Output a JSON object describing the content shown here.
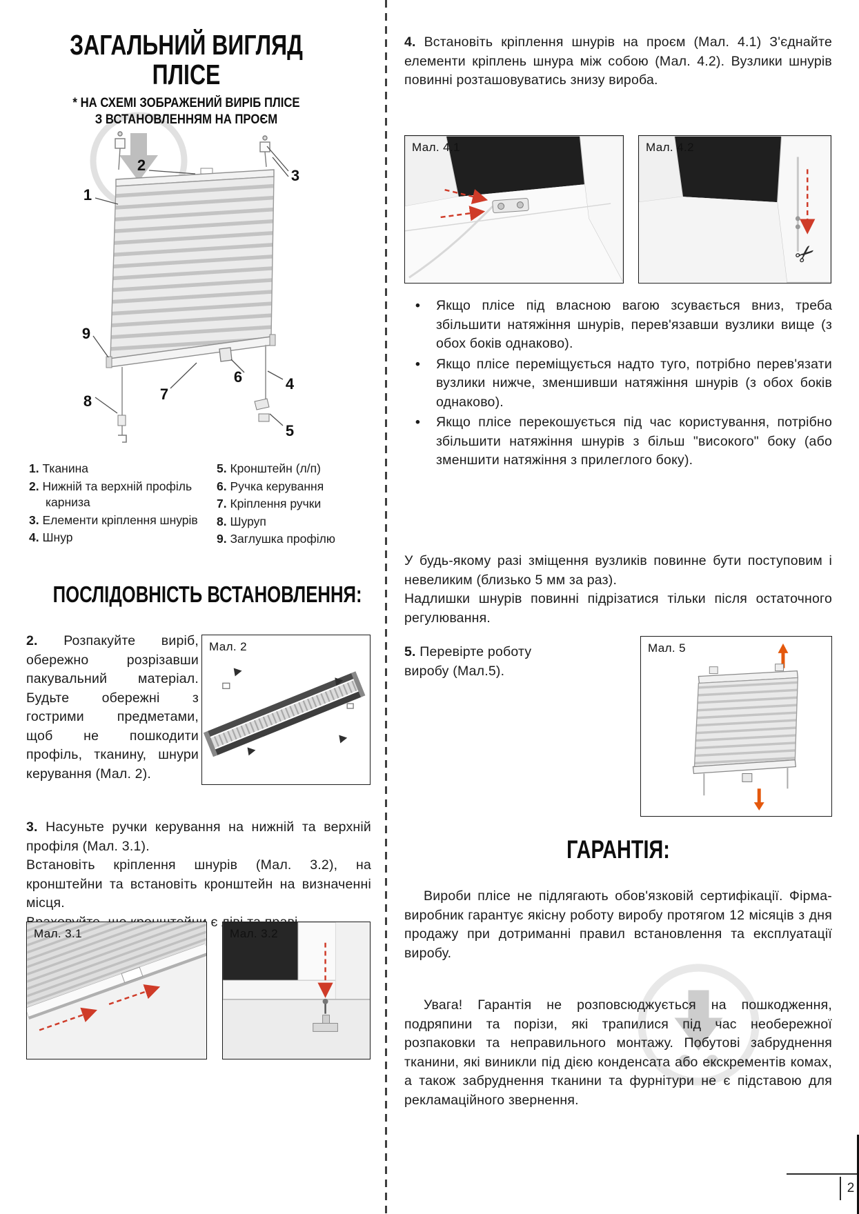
{
  "ui": {
    "bullet": "•"
  },
  "icons": {
    "scissors": "✂"
  },
  "page": {
    "number": "2"
  },
  "left": {
    "title": {
      "line1": "ЗАГАЛЬНИЙ ВИГЛЯД",
      "line2": "ПЛІСЕ"
    },
    "subtitle": {
      "line1": "* НА СХЕМІ ЗОБРАЖЕНИЙ ВИРІБ ПЛІСЕ",
      "line2": "З ВСТАНОВЛЕННЯМ НА ПРОЄМ"
    },
    "callouts": [
      "1",
      "2",
      "3",
      "4",
      "5",
      "6",
      "7",
      "8",
      "9"
    ],
    "legend_col1": [
      {
        "num": "1.",
        "label": "Тканина"
      },
      {
        "num": "2.",
        "label": "Нижній та верхній профіль карниза"
      },
      {
        "num": "3.",
        "label": "Елементи кріплення шнурів"
      },
      {
        "num": "4.",
        "label": "Шнур"
      }
    ],
    "legend_col2": [
      {
        "num": "5.",
        "label": "Кронштейн (л/п)"
      },
      {
        "num": "6.",
        "label": "Ручка керування"
      },
      {
        "num": "7.",
        "label": "Кріплення ручки"
      },
      {
        "num": "8.",
        "label": "Шуруп"
      },
      {
        "num": "9.",
        "label": "Заглушка профілю"
      }
    ],
    "sequence_heading": "ПОСЛІДОВНІСТЬ ВСТАНОВЛЕННЯ:",
    "step2": {
      "num": "2.",
      "text": "Розпакуйте виріб, обережно розрізавши пакувальний матеріал. Будьте обережні з гострими предметами, щоб не пошкодити профіль, тканину, шнури керування (Мал. 2)."
    },
    "fig2_label": "Мал. 2",
    "step3": {
      "num": "3.",
      "line1": "Насуньте ручки керування на нижній та верхній профіля (Мал. 3.1).",
      "line2": "Встановіть кріплення шнурів (Мал. 3.2), на кронштейни та встановіть кронштейн на визначенні місця.",
      "line3": "Враховуйте, що кронштейни є ліві та праві."
    },
    "fig31_label": "Мал. 3.1",
    "fig32_label": "Мал. 3.2"
  },
  "right": {
    "step4": {
      "num": "4.",
      "text": "Встановіть кріплення шнурів на проєм (Мал. 4.1) З'єднайте елементи кріплень шнура між собою (Мал. 4.2). Вузлики шнурів повинні розташовуватись знизу вироба."
    },
    "fig41_label": "Мал. 4.1",
    "fig42_label": "Мал. 4.2",
    "bullets": [
      "Якщо плісе під власною вагою зсувається вниз, треба збільшити натяжіння шнурів, перев'язавши вузлики вище (з обох боків однаково).",
      "Якщо плісе переміщується надто туго, потрібно перев'язати вузлики нижче, зменшивши натяжіння шнурів (з обох боків однаково).",
      "Якщо плісе перекошується під час користування, потрібно збільшити натяжіння шнурів з більш \"високого\" боку (або зменшити натяжіння з прилеглого боку)."
    ],
    "note1": "У будь-якому разі зміщення вузликів повинне бути поступовим і невеликим (близько 5 мм за раз).",
    "note2": "Надлишки шнурів повинні підрізатися тільки після остаточного регулювання.",
    "step5": {
      "num": "5.",
      "text": "Перевірте роботу виробу (Мал.5)."
    },
    "fig5_label": "Мал. 5",
    "warranty": {
      "heading": "ГАРАНТІЯ:",
      "p1": "Вироби плісе не підлягають обов'язковій сертифікації. Фірма-виробник гарантує якісну роботу виробу протягом 12 місяців з дня продажу при дотриманні правил встановлення та експлуатації виробу.",
      "p2": "Увага! Гарантія не розповсюджується на пошкодження, подряпини та порізи, які трапилися під час необережної розпаковки та неправильного монтажу. Побутові забруднення тканини, які виникли під дією конденсата або екскрементів комах, а також забруднення тканини та фурнітури не є підставою для рекламаційного звернення."
    }
  }
}
